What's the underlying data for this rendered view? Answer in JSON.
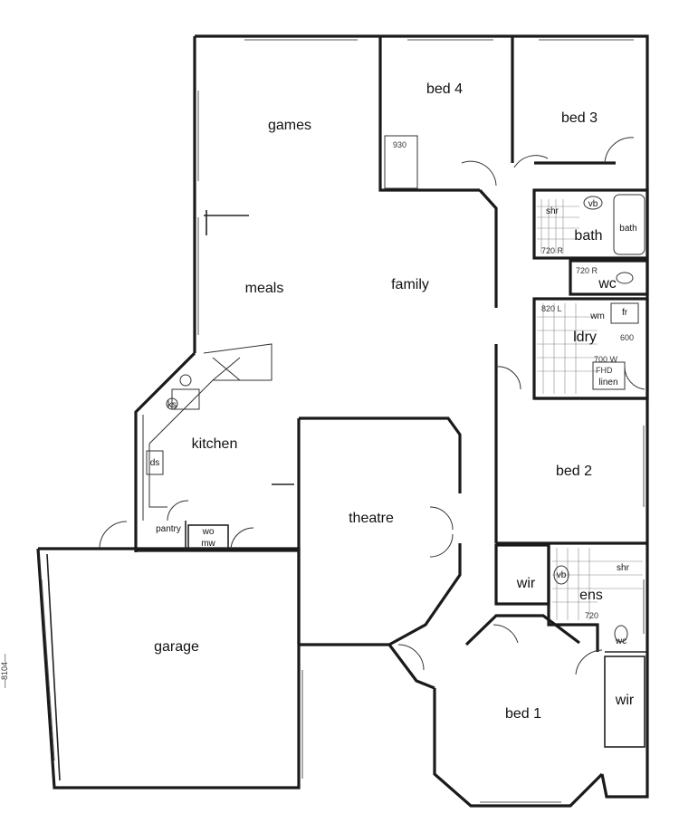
{
  "rooms": {
    "games": "games",
    "bed4": "bed 4",
    "bed3": "bed 3",
    "bath": "bath",
    "bath_tub": "bath",
    "shr_bath": "shr",
    "vb_bath": "vb",
    "meals": "meals",
    "family": "family",
    "wc": "wc",
    "ldry": "ldry",
    "kitchen": "kitchen",
    "ks": "ks",
    "ds": "ds",
    "pantry": "pantry",
    "wo_mw_1": "wo",
    "wo_mw_2": "mw",
    "theatre": "theatre",
    "bed2": "bed 2",
    "garage": "garage",
    "wir_ens": "wir",
    "vb_ens": "vb",
    "shr_ens": "shr",
    "ens": "ens",
    "wc_ens": "wc",
    "bed1": "bed 1",
    "wir_bed1": "wir",
    "linen": "linen",
    "fr": "fr",
    "wm": "wm"
  },
  "dimensions": {
    "d930": "930",
    "d720r_bath": "720 R",
    "d720r_wc": "720 R",
    "d820l": "820 L",
    "d600": "600",
    "d700w": "700 W",
    "fhd": "FHD",
    "d720_ens": "720"
  },
  "margin_note": "—8104—"
}
